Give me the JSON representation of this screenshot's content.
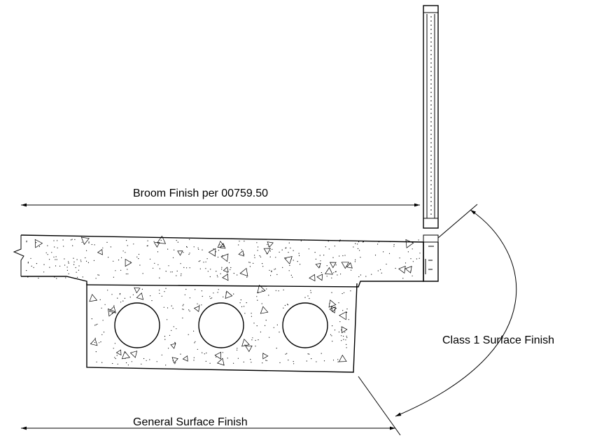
{
  "labels": {
    "broom": "Broom Finish per 00759.50",
    "class1": "Class 1 Surface Finish",
    "general": "General Surface Finish"
  },
  "colors": {
    "line": "#000000",
    "background": "#ffffff"
  },
  "icons": [
    "arrowhead",
    "break-line-symbol",
    "aggregate-triangle",
    "stipple-dot"
  ]
}
